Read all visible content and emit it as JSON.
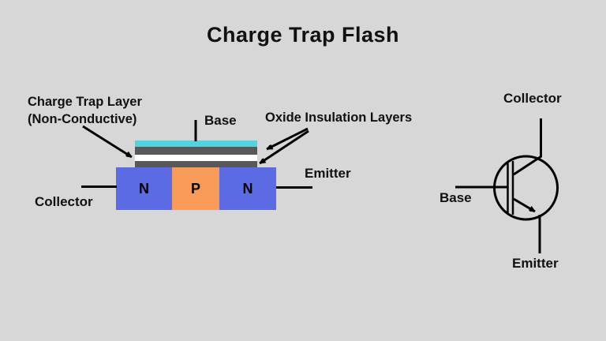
{
  "title": "Charge Trap Flash",
  "colors": {
    "background": "#d7d7d7",
    "control_gate_cyan": "#53d3dd",
    "oxide_gray": "#58585a",
    "charge_trap_white": "#ffffff",
    "n_region_blue": "#5a6be4",
    "p_region_orange": "#f89b58",
    "line_black": "#111111"
  },
  "structure_diagram": {
    "charge_trap_label_line1": "Charge Trap Layer",
    "charge_trap_label_line2": "(Non-Conductive)",
    "base_label": "Base",
    "oxide_label": "Oxide Insulation Layers",
    "emitter_label": "Emitter",
    "collector_label": "Collector",
    "regions": [
      "N",
      "P",
      "N"
    ]
  },
  "transistor_symbol": {
    "collector_label": "Collector",
    "base_label": "Base",
    "emitter_label": "Emitter"
  }
}
